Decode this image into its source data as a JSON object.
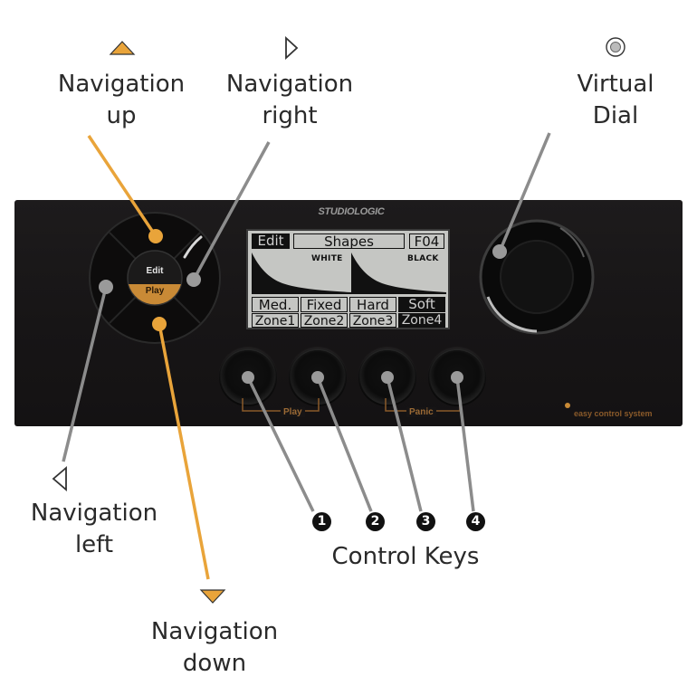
{
  "labels": {
    "nav_up": [
      "Navigation",
      "up"
    ],
    "nav_right": [
      "Navigation",
      "right"
    ],
    "virtual_dial": [
      "Virtual",
      "Dial"
    ],
    "nav_left": [
      "Navigation",
      "left"
    ],
    "nav_down": [
      "Navigation",
      "down"
    ],
    "control_keys": "Control Keys"
  },
  "device": {
    "brand": "STUDIOLOGIC",
    "edit_label": "Edit",
    "play_label": "Play",
    "play_group_label": "Play",
    "panic_group_label": "Panic",
    "footer_logo": "easy control system"
  },
  "lcd": {
    "mode": "Edit",
    "title": "Shapes",
    "code": "F04",
    "white_label": "WHITE",
    "black_label": "BLACK",
    "options": [
      "Med.",
      "Fixed",
      "Hard",
      "Soft"
    ],
    "zones": [
      "Zone1",
      "Zone2",
      "Zone3",
      "Zone4"
    ]
  },
  "keys": [
    "1",
    "2",
    "3",
    "4"
  ],
  "colors": {
    "accent_orange": "#e9a43a",
    "line_gray": "#8c8c8c",
    "panel": "#1a1819",
    "lcd_bg": "#c5c6c3"
  }
}
